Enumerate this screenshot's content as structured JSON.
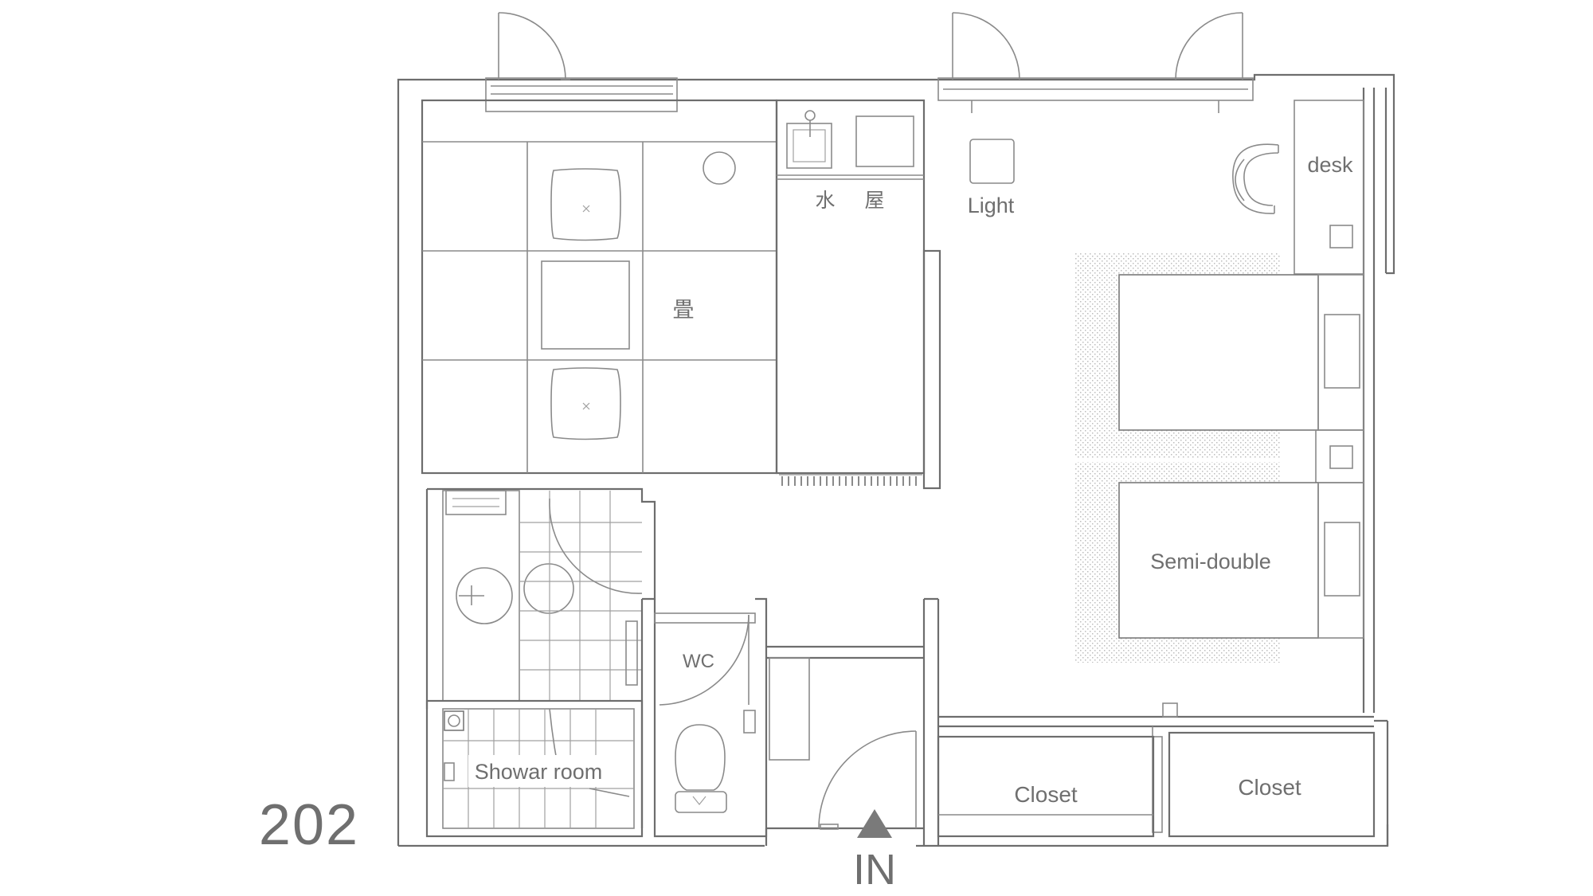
{
  "plan": {
    "room_number": "202",
    "entrance_label": "IN",
    "rooms": {
      "tatami": "畳",
      "mizuya": "水　屋",
      "light": "Light",
      "desk": "desk",
      "bed": "Semi-double",
      "wc": "WC",
      "shower": "Showar room",
      "closet_left": "Closet",
      "closet_right": "Closet"
    },
    "colors": {
      "line": "#6d6d6d",
      "text": "#6f6f6f",
      "arrow": "#7a7a7a"
    }
  }
}
